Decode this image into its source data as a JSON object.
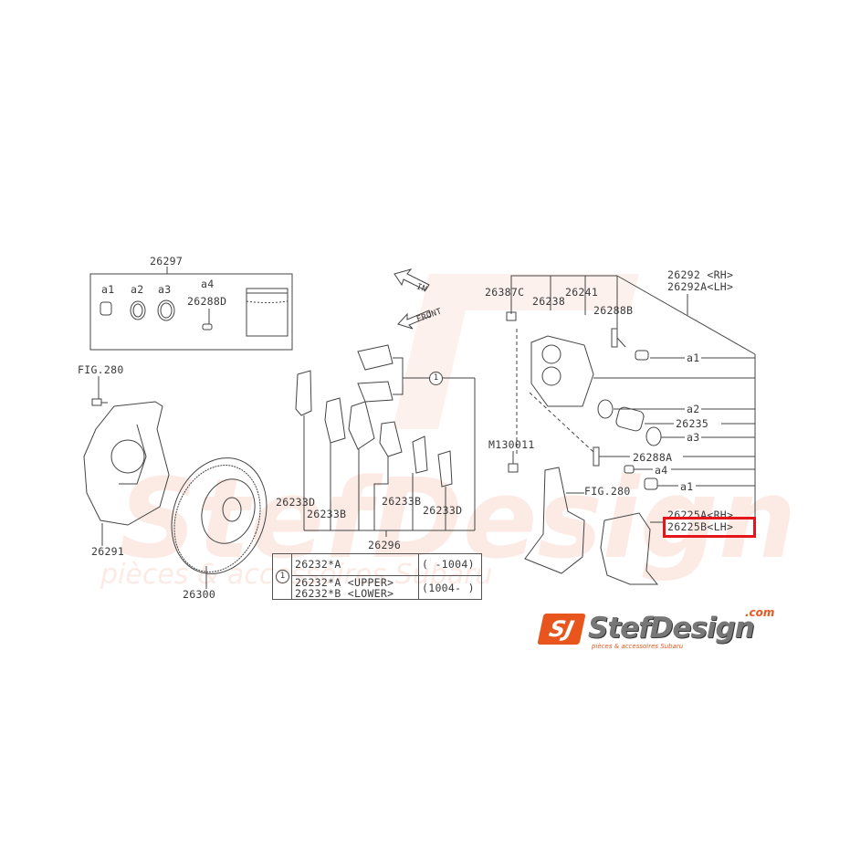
{
  "diagram": {
    "kit": {
      "number": "26297",
      "items": [
        "a1",
        "a2",
        "a3",
        "a4"
      ],
      "pin": "26288D"
    },
    "left": {
      "fig_ref": "FIG.280",
      "backing_plate": "26291",
      "rotor": "26300"
    },
    "arrows": {
      "in": "IN",
      "front": "FRONT"
    },
    "pads": {
      "shim_d_left": "26233D",
      "shim_b_left": "26233B",
      "shim_b_right": "26233B",
      "shim_d_right": "26233D",
      "pad_set": "26296",
      "marker": "1"
    },
    "caliper": {
      "bolt": "26387C",
      "bleeder": "26238",
      "cap": "26241",
      "pin_b": "26288B",
      "assy_rh": "26292 <RH>",
      "assy_lh": "26292A<LH>",
      "a1_top": "a1",
      "a2": "a2",
      "piston": "26235",
      "a3": "a3",
      "pin_a": "26288A",
      "a4": "a4",
      "a1_bottom": "a1",
      "mount_bolt": "M130011",
      "fig_ref": "FIG.280",
      "support_rh": "26225A<RH>",
      "support_lh": "26225B<LH>"
    },
    "table": {
      "marker": "1",
      "rows": [
        {
          "parts": [
            "26232*A"
          ],
          "range": "( -1004)"
        },
        {
          "parts": [
            "26232*A <UPPER>",
            "26232*B <LOWER>"
          ],
          "range": "(1004- )"
        }
      ]
    },
    "highlight_color": "#e4161c"
  },
  "watermark": {
    "line1": "StefDesign",
    "line2": "pièces & accessoires Subaru"
  },
  "logo": {
    "initials": "SJ",
    "name": "StefDesign",
    "domain": ".com",
    "tagline": "pièces & accessoires Subaru",
    "accent": "#e8561e"
  }
}
